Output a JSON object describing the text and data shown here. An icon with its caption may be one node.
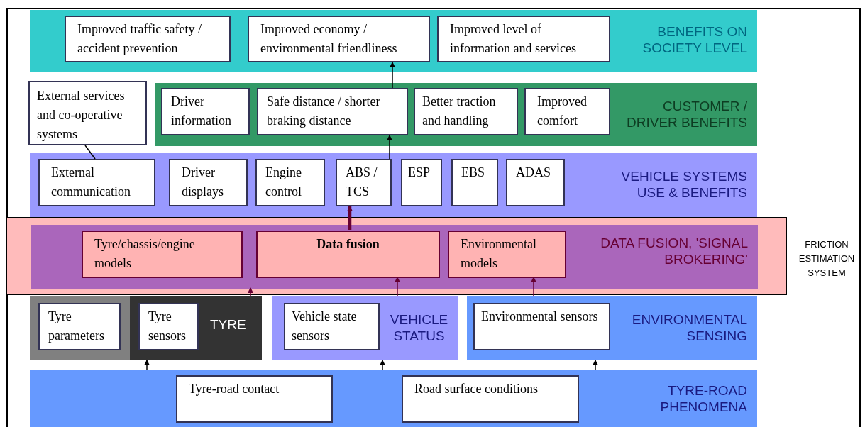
{
  "diagram": {
    "nodes": [
      {
        "text": [
          "BENEFITS ON SOCIETY LEVEL"
        ]
      },
      {
        "text": [
          "Improved traffic safety / accident prevention"
        ],
        "in": 0
      },
      {
        "text": [
          "Improved economy / environmental friendliness"
        ],
        "in": 0
      },
      {
        "text": [
          "Improved level of information and services"
        ],
        "in": 0
      },
      {
        "text": [
          "External services and co-operative systems"
        ]
      },
      {
        "text": [
          "CUSTOMER / DRIVER BENEFITS"
        ]
      },
      {
        "text": [
          "Driver information"
        ],
        "in": 5
      },
      {
        "text": [
          "Safe distance / shorter braking distance"
        ],
        "in": 5
      },
      {
        "text": [
          "Better traction and handling"
        ],
        "in": 5
      },
      {
        "text": [
          "Improved comfort"
        ],
        "in": 5
      },
      {
        "text": [
          "VEHICLE SYSTEMS USE & BENEFITS"
        ]
      },
      {
        "text": [
          "External communication"
        ],
        "in": 10
      },
      {
        "text": [
          "Driver displays"
        ],
        "in": 10
      },
      {
        "text": [
          "Engine control"
        ],
        "in": 10
      },
      {
        "text": [
          "ABS / TCS"
        ],
        "in": 10
      },
      {
        "text": [
          "ESP"
        ],
        "in": 10
      },
      {
        "text": [
          "EBS"
        ],
        "in": 10
      },
      {
        "text": [
          "ADAS"
        ],
        "in": 10
      },
      {
        "text": [
          "FRICTION ESTIMATION SYSTEM"
        ]
      },
      {
        "text": [
          "DATA FUSION, 'SIGNAL BROKERING'"
        ],
        "in": 18
      },
      {
        "text": [
          "Tyre/chassis/engine models"
        ],
        "in": 19
      },
      {
        "text": [
          "Data fusion"
        ],
        "in": 19
      },
      {
        "text": [
          "Environmental models"
        ],
        "in": 19
      },
      {
        "text": [],
        "shape": "box"
      },
      {
        "text": [
          "Tyre parameters"
        ],
        "in": 23
      },
      {
        "text": [
          "TYRE"
        ]
      },
      {
        "text": [
          "Tyre sensors"
        ],
        "in": 25
      },
      {
        "text": [
          "VEHICLE STATUS"
        ]
      },
      {
        "text": [
          "Vehicle state sensors"
        ],
        "in": 27
      },
      {
        "text": [
          "ENVIRONMENTAL SENSING"
        ]
      },
      {
        "text": [
          "Environmental sensors"
        ],
        "in": 29
      },
      {
        "text": [
          "TYRE-ROAD PHENOMENA"
        ]
      },
      {
        "text": [
          "Tyre-road contact"
        ],
        "in": 31
      },
      {
        "text": [
          "Road surface conditions"
        ],
        "in": 31
      }
    ],
    "edges": [
      {
        "from": 7,
        "to": 2,
        "arrow": "to"
      },
      {
        "from": 14,
        "to": 7,
        "arrow": "to"
      },
      {
        "from": 21,
        "to": 14,
        "arrow": "to",
        "style": "thick",
        "color": "#660033"
      },
      {
        "from": 25,
        "to": 19,
        "arrow": "to",
        "color": "#660033"
      },
      {
        "from": 27,
        "to": 21,
        "arrow": "to",
        "color": "#660033"
      },
      {
        "from": 29,
        "to": 22,
        "arrow": "to",
        "color": "#660033"
      },
      {
        "from": 31,
        "to": 25,
        "arrow": "to"
      },
      {
        "from": 31,
        "to": 27,
        "arrow": "to"
      },
      {
        "from": 31,
        "to": 29,
        "arrow": "to"
      },
      {
        "from": 4,
        "to": 11,
        "arrow": "none"
      }
    ]
  }
}
